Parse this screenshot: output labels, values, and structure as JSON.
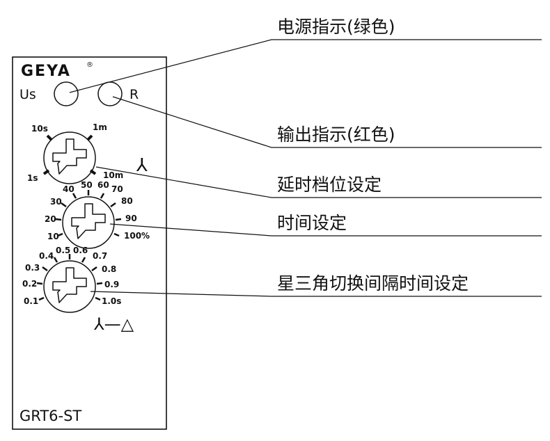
{
  "device": {
    "brand": "GEYA",
    "registered_mark": "®",
    "model": "GRT6-ST",
    "led_us": "Us",
    "led_r": "R",
    "star_symbol": "⅄",
    "star_delta_symbol": "⅄—△"
  },
  "dial_range": {
    "labels": [
      "10s",
      "1m",
      "1s",
      "10m"
    ]
  },
  "dial_time": {
    "labels": [
      "10",
      "20",
      "30",
      "40",
      "50",
      "60",
      "70",
      "80",
      "90",
      "100%"
    ]
  },
  "dial_switch": {
    "labels": [
      "0.1",
      "0.2",
      "0.3",
      "0.4",
      "0.5",
      "0.6",
      "0.7",
      "0.8",
      "0.9",
      "1.0s"
    ]
  },
  "callouts": [
    "电源指示(绿色)",
    "输出指示(红色)",
    "延时档位设定",
    "时间设定",
    "星三角切换间隔时间设定"
  ],
  "colors": {
    "line": "#111111",
    "background": "#ffffff"
  }
}
